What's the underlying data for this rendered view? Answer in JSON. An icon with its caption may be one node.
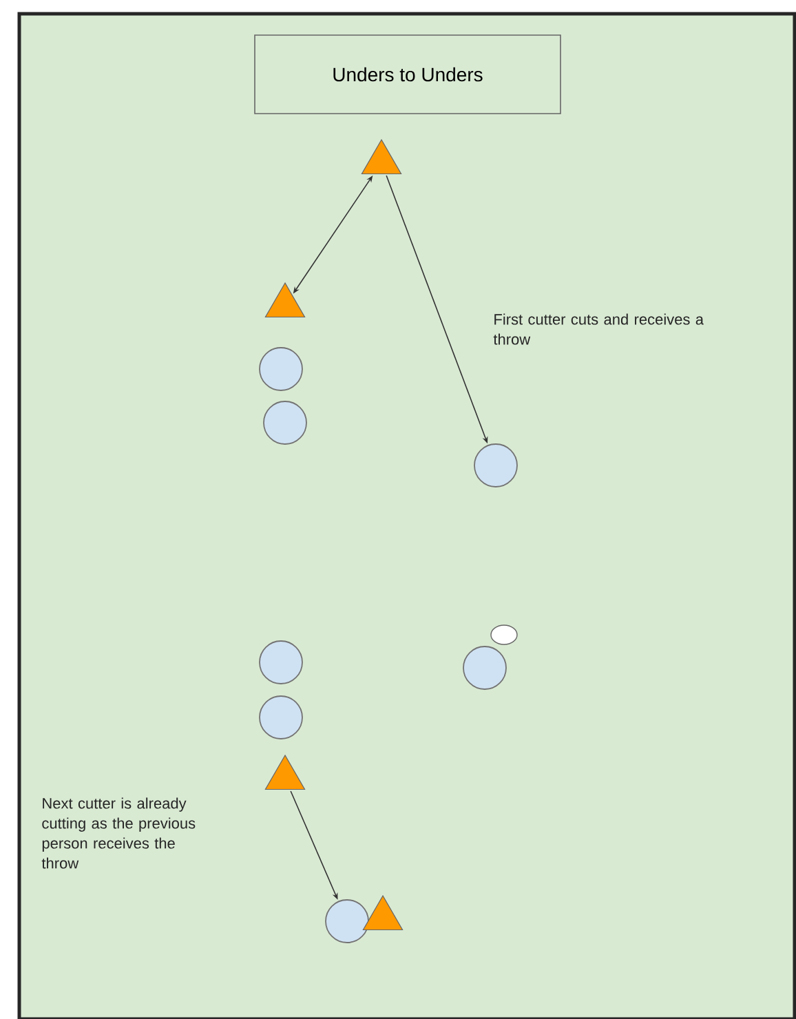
{
  "diagram": {
    "title": "Unders to Unders",
    "nodes": [
      {
        "text": [],
        "shape": "triangle"
      },
      {
        "text": [],
        "shape": "triangle"
      },
      {
        "text": [],
        "shape": "circle"
      },
      {
        "text": [],
        "shape": "circle"
      },
      {
        "text": [],
        "shape": "circle"
      },
      {
        "text": [],
        "shape": "ellipse"
      },
      {
        "text": [],
        "shape": "circle"
      },
      {
        "text": [],
        "shape": "circle"
      },
      {
        "text": [],
        "shape": "circle"
      },
      {
        "text": [],
        "shape": "triangle"
      },
      {
        "text": [],
        "shape": "circle"
      },
      {
        "text": [],
        "shape": "triangle"
      }
    ],
    "edges": [
      {
        "from": 0,
        "to": 1,
        "arrow": "both"
      },
      {
        "from": 0,
        "to": 4,
        "arrow": "to"
      },
      {
        "from": 9,
        "to": 10,
        "arrow": "to"
      }
    ],
    "labels": [
      "First cutter cuts and receives a throw",
      "Next cutter is already cutting as the previous person receives the throw"
    ]
  }
}
